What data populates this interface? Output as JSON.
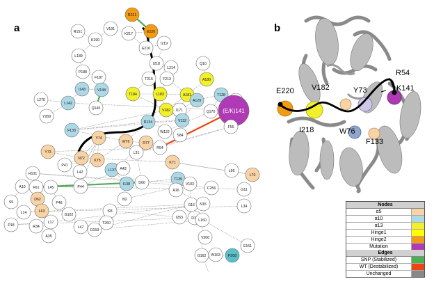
{
  "panel_a_label": "a",
  "panel_b_label": "b",
  "colors": {
    "a5": "#f8d3a6",
    "a10": "#add8e6",
    "a13": "#f2f02a",
    "hinge1": "#ffff00",
    "hinge2": "#f39c12",
    "mutation": "#b03ab5",
    "snp": "#4caf50",
    "wt": "#ee4411",
    "unchanged": "#888888",
    "node_default": "#ffffff"
  },
  "nodes": [
    {
      "label": "R221",
      "cls": "hinge2"
    },
    {
      "label": "E220",
      "cls": "hinge2"
    },
    {
      "label": "V191",
      "cls": "none"
    },
    {
      "label": "K217",
      "cls": "none"
    },
    {
      "label": "R151",
      "cls": "none"
    },
    {
      "label": "K190",
      "cls": "none"
    },
    {
      "label": "E216",
      "cls": "none"
    },
    {
      "label": "I219",
      "cls": "none"
    },
    {
      "label": "L189",
      "cls": "none"
    },
    {
      "label": "P188",
      "cls": "none"
    },
    {
      "label": "F187",
      "cls": "none"
    },
    {
      "label": "I218",
      "cls": "none"
    },
    {
      "label": "L214",
      "cls": "none"
    },
    {
      "label": "Q10",
      "cls": "none"
    },
    {
      "label": "T215",
      "cls": "none"
    },
    {
      "label": "F213",
      "cls": "none"
    },
    {
      "label": "A180",
      "cls": "a13"
    },
    {
      "label": "I143",
      "cls": "a10"
    },
    {
      "label": "V144",
      "cls": "a10"
    },
    {
      "label": "L270",
      "cls": "none"
    },
    {
      "label": "L142",
      "cls": "a10"
    },
    {
      "label": "Q145",
      "cls": "none"
    },
    {
      "label": "T184",
      "cls": "a13"
    },
    {
      "label": "L183",
      "cls": "a13"
    },
    {
      "label": "A181",
      "cls": "a13"
    },
    {
      "label": "A129",
      "cls": "a10"
    },
    {
      "label": "T128",
      "cls": "a10"
    },
    {
      "label": "F127",
      "cls": "none"
    },
    {
      "label": "Y269",
      "cls": "none"
    },
    {
      "label": "I171",
      "cls": "none"
    },
    {
      "label": "V182",
      "cls": "a13"
    },
    {
      "label": "V132",
      "cls": "a10"
    },
    {
      "label": "Q170",
      "cls": "none"
    },
    {
      "label": "(E/K)141",
      "cls": "mutation"
    },
    {
      "label": "F133",
      "cls": "a10"
    },
    {
      "label": "R134",
      "cls": "a10"
    },
    {
      "label": "W122",
      "cls": "none"
    },
    {
      "label": "S84",
      "cls": "none"
    },
    {
      "label": "F55",
      "cls": "none"
    },
    {
      "label": "Y73",
      "cls": "a5"
    },
    {
      "label": "Y74",
      "cls": "a5"
    },
    {
      "label": "W76",
      "cls": "a5"
    },
    {
      "label": "R77",
      "cls": "a5"
    },
    {
      "label": "R54",
      "cls": "none"
    },
    {
      "label": "N72",
      "cls": "a5"
    },
    {
      "label": "K75",
      "cls": "a5"
    },
    {
      "label": "L31",
      "cls": "none"
    },
    {
      "label": "P41",
      "cls": "none"
    },
    {
      "label": "L137",
      "cls": "a10"
    },
    {
      "label": "K71",
      "cls": "a5"
    },
    {
      "label": "L42",
      "cls": "none"
    },
    {
      "label": "A43",
      "cls": "none"
    },
    {
      "label": "D60",
      "cls": "none"
    },
    {
      "label": "H101",
      "cls": "none"
    },
    {
      "label": "L96",
      "cls": "none"
    },
    {
      "label": "L70",
      "cls": "a5"
    },
    {
      "label": "P44",
      "cls": "none"
    },
    {
      "label": "I138",
      "cls": "a10"
    },
    {
      "label": "T139",
      "cls": "a10"
    },
    {
      "label": "V103",
      "cls": "none"
    },
    {
      "label": "C256",
      "cls": "none"
    },
    {
      "label": "G11",
      "cls": "none"
    },
    {
      "label": "A10",
      "cls": "none"
    },
    {
      "label": "F61",
      "cls": "none"
    },
    {
      "label": "L45",
      "cls": "none"
    },
    {
      "label": "I92",
      "cls": "none"
    },
    {
      "label": "A16",
      "cls": "none"
    },
    {
      "label": "S9",
      "cls": "none"
    },
    {
      "label": "D62",
      "cls": "a5"
    },
    {
      "label": "P46",
      "cls": "none"
    },
    {
      "label": "I93",
      "cls": "none"
    },
    {
      "label": "I116",
      "cls": "none"
    },
    {
      "label": "N15",
      "cls": "none"
    },
    {
      "label": "L14",
      "cls": "none"
    },
    {
      "label": "L63",
      "cls": "a5"
    },
    {
      "label": "G102",
      "cls": "none"
    },
    {
      "label": "L34",
      "cls": "none"
    },
    {
      "label": "L17",
      "cls": "none"
    },
    {
      "label": "P18",
      "cls": "none"
    },
    {
      "label": "R34",
      "cls": "none"
    },
    {
      "label": "L47",
      "cls": "none"
    },
    {
      "label": "T260",
      "cls": "none"
    },
    {
      "label": "I263",
      "cls": "none"
    },
    {
      "label": "D19",
      "cls": "none"
    },
    {
      "label": "A35",
      "cls": "none"
    },
    {
      "label": "D159",
      "cls": "none"
    },
    {
      "label": "L160",
      "cls": "none"
    },
    {
      "label": "V206",
      "cls": "none"
    },
    {
      "label": "E161",
      "cls": "none"
    },
    {
      "label": "G162",
      "cls": "none"
    },
    {
      "label": "W163",
      "cls": "none"
    },
    {
      "label": "P208",
      "cls": "pteal"
    }
  ],
  "structure_labels": [
    "E220",
    "V182",
    "Y73",
    "R54",
    "K141",
    "I218",
    "W76",
    "F133"
  ],
  "legend": {
    "nodes_header": "Nodes",
    "edges_header": "Edges",
    "node_rows": [
      {
        "label": "α5",
        "color_key": "a5"
      },
      {
        "label": "α10",
        "color_key": "a10"
      },
      {
        "label": "α13",
        "color_key": "a13"
      },
      {
        "label": "Hinge1",
        "color_key": "hinge1"
      },
      {
        "label": "Hinge2",
        "color_key": "hinge2"
      },
      {
        "label": "Mutation",
        "color_key": "mutation"
      }
    ],
    "edge_rows": [
      {
        "label": "SNP (Stabilized)",
        "color_key": "snp"
      },
      {
        "label": "WT (Destabilized)",
        "color_key": "wt"
      },
      {
        "label": "Unchanged",
        "color_key": "unchanged"
      }
    ]
  }
}
